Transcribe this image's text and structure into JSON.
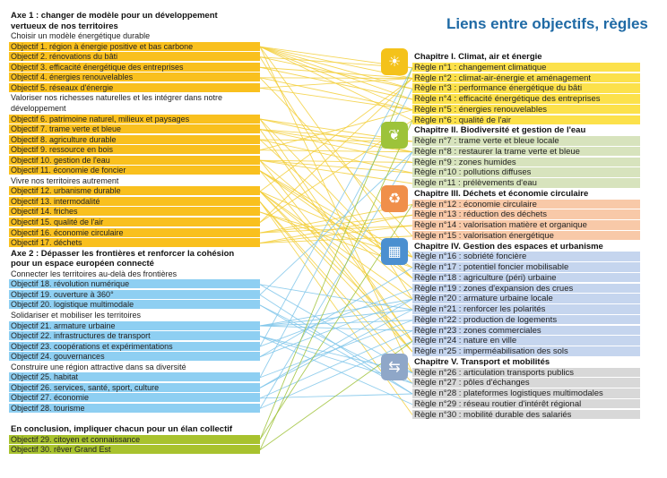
{
  "title": "Liens entre objectifs, règles",
  "colors": {
    "obj_orange": "#f9c01e",
    "obj_blue": "#8ecff2",
    "obj_green": "#a8c22e",
    "chap1": "#fce14b",
    "chap2": "#d7e3bd",
    "chap3": "#f8c9a8",
    "chap4": "#c5d5ee",
    "chap5": "#d8d8d8",
    "link_yellow": "#f3cf3b",
    "link_blue": "#7fc6ea",
    "link_green": "#9fc238"
  },
  "left": [
    {
      "kind": "axis",
      "text": "Axe 1 : changer de modèle pour un développement"
    },
    {
      "kind": "axis",
      "text": "vertueux de nos territoires"
    },
    {
      "kind": "sub",
      "text": "Choisir un modèle énergétique durable"
    },
    {
      "kind": "obj",
      "group": "orange",
      "text": "Objectif 1. région à énergie positive et bas carbone"
    },
    {
      "kind": "obj",
      "group": "orange",
      "text": "Objectif 2. rénovations du bâti"
    },
    {
      "kind": "obj",
      "group": "orange",
      "text": "Objectif 3. efficacité énergétique des entreprises"
    },
    {
      "kind": "obj",
      "group": "orange",
      "text": "Objectif 4. énergies renouvelables"
    },
    {
      "kind": "obj",
      "group": "orange",
      "text": "Objectif 5. réseaux d'énergie"
    },
    {
      "kind": "sub",
      "text": "Valoriser nos richesses naturelles et les intégrer dans notre"
    },
    {
      "kind": "sub",
      "text": "développement"
    },
    {
      "kind": "obj",
      "group": "orange",
      "text": "Objectif 6. patrimoine naturel, milieux et paysages"
    },
    {
      "kind": "obj",
      "group": "orange",
      "text": "Objectif 7. trame verte et bleue"
    },
    {
      "kind": "obj",
      "group": "orange",
      "text": "Objectif 8. agriculture durable"
    },
    {
      "kind": "obj",
      "group": "orange",
      "text": "Objectif 9. ressource en bois"
    },
    {
      "kind": "obj",
      "group": "orange",
      "text": "Objectif 10. gestion de l'eau"
    },
    {
      "kind": "obj",
      "group": "orange",
      "text": "Objectif 11. économie de foncier"
    },
    {
      "kind": "sub",
      "text": "Vivre nos territoires autrement"
    },
    {
      "kind": "obj",
      "group": "orange",
      "text": "Objectif 12. urbanisme durable"
    },
    {
      "kind": "obj",
      "group": "orange",
      "text": "Objectif 13. intermodalité"
    },
    {
      "kind": "obj",
      "group": "orange",
      "text": "Objectif 14. friches"
    },
    {
      "kind": "obj",
      "group": "orange",
      "text": "Objectif 15. qualité de l'air"
    },
    {
      "kind": "obj",
      "group": "orange",
      "text": "Objectif 16. économie circulaire"
    },
    {
      "kind": "obj",
      "group": "orange",
      "text": "Objectif 17. déchets"
    },
    {
      "kind": "axis",
      "text": "Axe 2 : Dépasser les frontières et renforcer la cohésion"
    },
    {
      "kind": "axis",
      "text": "pour un espace européen connecté"
    },
    {
      "kind": "sub",
      "text": "Connecter les territoires au-delà des frontières"
    },
    {
      "kind": "obj",
      "group": "blue",
      "text": "Objectif 18. révolution numérique"
    },
    {
      "kind": "obj",
      "group": "blue",
      "text": "Objectif 19. ouverture à 360°"
    },
    {
      "kind": "obj",
      "group": "blue",
      "text": "Objectif 20. logistique multimodale"
    },
    {
      "kind": "sub",
      "text": "Solidariser et mobiliser les territoires"
    },
    {
      "kind": "obj",
      "group": "blue",
      "text": "Objectif 21. armature urbaine"
    },
    {
      "kind": "obj",
      "group": "blue",
      "text": "Objectif 22. infrastructures de transport"
    },
    {
      "kind": "obj",
      "group": "blue",
      "text": "Objectif 23. coopérations et expérimentations"
    },
    {
      "kind": "obj",
      "group": "blue",
      "text": "Objectif 24. gouvernances"
    },
    {
      "kind": "sub",
      "text": "Construire une région attractive dans sa diversité"
    },
    {
      "kind": "obj",
      "group": "blue",
      "text": "Objectif 25. habitat"
    },
    {
      "kind": "obj",
      "group": "blue",
      "text": "Objectif 26. services, santé, sport, culture"
    },
    {
      "kind": "obj",
      "group": "blue",
      "text": "Objectif 27. économie"
    },
    {
      "kind": "obj",
      "group": "blue",
      "text": "Objectif 28. tourisme"
    },
    {
      "kind": "gap",
      "text": ""
    },
    {
      "kind": "axis",
      "text": "En conclusion, impliquer chacun pour un élan collectif"
    },
    {
      "kind": "obj",
      "group": "green",
      "text": "Objectif 29. citoyen et connaissance"
    },
    {
      "kind": "obj",
      "group": "green",
      "text": "Objectif 30. rêver Grand Est"
    }
  ],
  "right": [
    {
      "kind": "chap",
      "chapter": 1,
      "text": "Chapitre I. Climat, air et énergie",
      "icon": "sun-icon",
      "glyph": "☀"
    },
    {
      "kind": "rule",
      "chapter": 1,
      "text": "Règle n°1 : changement climatique"
    },
    {
      "kind": "rule",
      "chapter": 1,
      "text": "Règle n°2 : climat-air-énergie et aménagement"
    },
    {
      "kind": "rule",
      "chapter": 1,
      "text": "Règle n°3 : performance énergétique du bâti"
    },
    {
      "kind": "rule",
      "chapter": 1,
      "text": "Règle n°4 : efficacité énergétique des entreprises"
    },
    {
      "kind": "rule",
      "chapter": 1,
      "text": "Règle n°5 : énergies renouvelables"
    },
    {
      "kind": "rule",
      "chapter": 1,
      "text": "Règle n°6 : qualité de l'air"
    },
    {
      "kind": "chap",
      "chapter": 2,
      "text": "Chapitre II. Biodiversité et gestion de l'eau",
      "icon": "leaf-icon",
      "glyph": "❦"
    },
    {
      "kind": "rule",
      "chapter": 2,
      "text": "Règle n°7 : trame verte et bleue locale"
    },
    {
      "kind": "rule",
      "chapter": 2,
      "text": "Règle n°8 : restaurer la trame verte et bleue"
    },
    {
      "kind": "rule",
      "chapter": 2,
      "text": "Règle n°9 : zones humides"
    },
    {
      "kind": "rule",
      "chapter": 2,
      "text": "Règle n°10 : pollutions diffuses"
    },
    {
      "kind": "rule",
      "chapter": 2,
      "text": "Règle n°11 : prélèvements d'eau"
    },
    {
      "kind": "chap",
      "chapter": 3,
      "text": "Chapitre III. Déchets et économie circulaire",
      "icon": "recycle-icon",
      "glyph": "♻"
    },
    {
      "kind": "rule",
      "chapter": 3,
      "text": "Règle n°12 : économie circulaire"
    },
    {
      "kind": "rule",
      "chapter": 3,
      "text": "Règle n°13 : réduction des déchets"
    },
    {
      "kind": "rule",
      "chapter": 3,
      "text": "Règle n°14 : valorisation matière et organique"
    },
    {
      "kind": "rule",
      "chapter": 3,
      "text": "Règle n°15 : valorisation énergétique"
    },
    {
      "kind": "chap",
      "chapter": 4,
      "text": "Chapitre IV. Gestion des espaces et urbanisme",
      "icon": "map-icon",
      "glyph": "▦"
    },
    {
      "kind": "rule",
      "chapter": 4,
      "text": "Règle n°16 : sobriété foncière"
    },
    {
      "kind": "rule",
      "chapter": 4,
      "text": "Règle n°17 : potentiel foncier mobilisable"
    },
    {
      "kind": "rule",
      "chapter": 4,
      "text": "Règle n°18 : agriculture (péri) urbaine"
    },
    {
      "kind": "rule",
      "chapter": 4,
      "text": "Règle n°19 : zones d'expansion des crues"
    },
    {
      "kind": "rule",
      "chapter": 4,
      "text": "Règle n°20 : armature urbaine locale"
    },
    {
      "kind": "rule",
      "chapter": 4,
      "text": "Règle n°21 : renforcer les polarités"
    },
    {
      "kind": "rule",
      "chapter": 4,
      "text": "Règle n°22 : production de logements"
    },
    {
      "kind": "rule",
      "chapter": 4,
      "text": "Règle n°23 : zones commerciales"
    },
    {
      "kind": "rule",
      "chapter": 4,
      "text": "Règle n°24 : nature en ville"
    },
    {
      "kind": "rule",
      "chapter": 4,
      "text": "Règle n°25 : imperméabilisation des sols"
    },
    {
      "kind": "chap",
      "chapter": 5,
      "text": "Chapitre V. Transport et mobilités",
      "icon": "transport-icon",
      "glyph": "⇆"
    },
    {
      "kind": "rule",
      "chapter": 5,
      "text": "Règle n°26 : articulation transports publics"
    },
    {
      "kind": "rule",
      "chapter": 5,
      "text": "Règle n°27 : pôles d'échanges"
    },
    {
      "kind": "rule",
      "chapter": 5,
      "text": "Règle n°28 : plateformes logistiques multimodales"
    },
    {
      "kind": "rule",
      "chapter": 5,
      "text": "Règle n°29 : réseau routier d'intérêt régional"
    },
    {
      "kind": "rule",
      "chapter": 5,
      "text": "Règle n°30 : mobilité durable des salariés"
    }
  ],
  "links": [
    [
      1,
      1
    ],
    [
      1,
      2
    ],
    [
      1,
      3
    ],
    [
      1,
      4
    ],
    [
      1,
      5
    ],
    [
      1,
      6
    ],
    [
      1,
      16
    ],
    [
      1,
      26
    ],
    [
      2,
      1
    ],
    [
      2,
      3
    ],
    [
      2,
      20
    ],
    [
      3,
      4
    ],
    [
      3,
      2
    ],
    [
      4,
      5
    ],
    [
      4,
      2
    ],
    [
      4,
      15
    ],
    [
      5,
      5
    ],
    [
      5,
      2
    ],
    [
      6,
      7
    ],
    [
      6,
      8
    ],
    [
      6,
      24
    ],
    [
      6,
      18
    ],
    [
      7,
      7
    ],
    [
      7,
      8
    ],
    [
      7,
      9
    ],
    [
      7,
      24
    ],
    [
      8,
      18
    ],
    [
      8,
      10
    ],
    [
      8,
      7
    ],
    [
      9,
      8
    ],
    [
      9,
      5
    ],
    [
      10,
      9
    ],
    [
      10,
      10
    ],
    [
      10,
      11
    ],
    [
      10,
      19
    ],
    [
      10,
      25
    ],
    [
      11,
      16
    ],
    [
      11,
      17
    ],
    [
      11,
      25
    ],
    [
      11,
      18
    ],
    [
      12,
      2
    ],
    [
      12,
      16
    ],
    [
      12,
      20
    ],
    [
      12,
      21
    ],
    [
      12,
      24
    ],
    [
      12,
      25
    ],
    [
      13,
      26
    ],
    [
      13,
      27
    ],
    [
      13,
      30
    ],
    [
      14,
      17
    ],
    [
      14,
      16
    ],
    [
      15,
      6
    ],
    [
      15,
      2
    ],
    [
      16,
      12
    ],
    [
      16,
      13
    ],
    [
      16,
      14
    ],
    [
      17,
      13
    ],
    [
      17,
      14
    ],
    [
      17,
      15
    ],
    [
      18,
      21
    ],
    [
      18,
      26
    ],
    [
      19,
      8
    ],
    [
      19,
      28
    ],
    [
      20,
      28
    ],
    [
      20,
      27
    ],
    [
      21,
      20
    ],
    [
      21,
      21
    ],
    [
      21,
      22
    ],
    [
      21,
      23
    ],
    [
      22,
      26
    ],
    [
      22,
      29
    ],
    [
      22,
      27
    ],
    [
      23,
      1
    ],
    [
      23,
      19
    ],
    [
      24,
      20
    ],
    [
      24,
      17
    ],
    [
      25,
      22
    ],
    [
      25,
      3
    ],
    [
      26,
      21
    ],
    [
      26,
      20
    ],
    [
      27,
      23
    ],
    [
      27,
      28
    ],
    [
      28,
      8
    ],
    [
      28,
      24
    ],
    [
      29,
      12
    ],
    [
      29,
      1
    ],
    [
      30,
      6
    ],
    [
      30,
      24
    ]
  ]
}
